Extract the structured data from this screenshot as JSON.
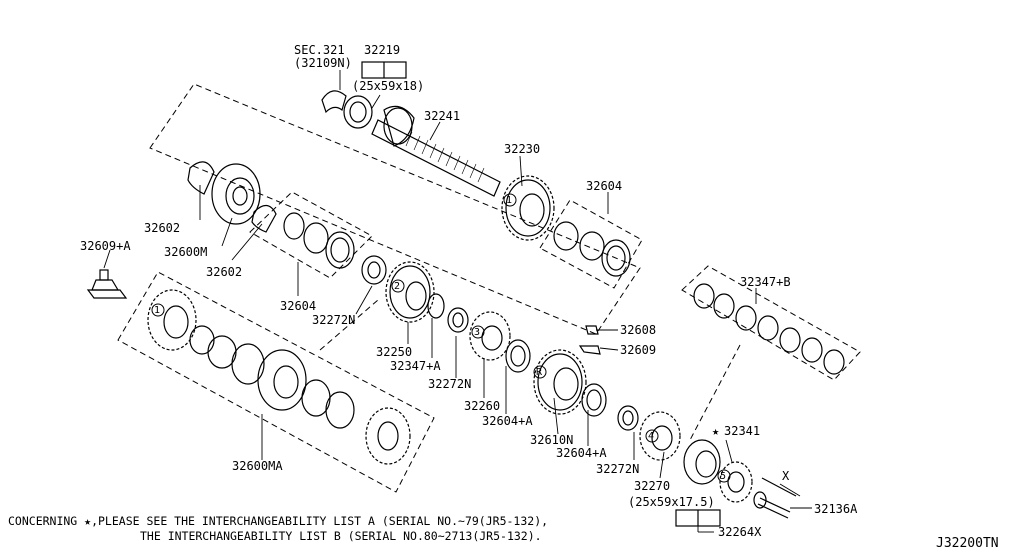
{
  "diagram": {
    "labels": {
      "sec": "SEC.321",
      "sec_ref": "(32109N)",
      "p32219": "32219",
      "dim1": "(25x59x18)",
      "p32241": "32241",
      "p32230": "32230",
      "p32604_a": "32604",
      "p32602_a": "32602",
      "p32600m": "32600M",
      "p32602_b": "32602",
      "p32609a": "32609+A",
      "p32604_b": "32604",
      "p32272n_a": "32272N",
      "p32250": "32250",
      "p32347a": "32347+A",
      "p32272n_b": "32272N",
      "p32260": "32260",
      "p32604a_a": "32604+A",
      "p32610n": "32610N",
      "p32604a_b": "32604+A",
      "p32272n_c": "32272N",
      "p32270": "32270",
      "dim2": "(25x59x17.5)",
      "p32264x": "32264X",
      "p32136a": "32136A",
      "p32341": "32341",
      "p32347b": "32347+B",
      "p32608": "32608",
      "p32609": "32609",
      "p32600ma": "32600MA",
      "x": "X"
    },
    "markers": {
      "m1": "1",
      "m2": "2",
      "m3": "3",
      "m4": "4",
      "m5": "5",
      "mr": "R",
      "m1b": "1"
    },
    "note_line1": "CONCERNING ★,PLEASE SEE THE INTERCHANGEABILITY LIST A (SERIAL NO.~79(JR5-132),",
    "note_line2": "THE INTERCHANGEABILITY LIST B (SERIAL NO.80~2713(JR5-132).",
    "diagram_code": "J32200TN"
  }
}
